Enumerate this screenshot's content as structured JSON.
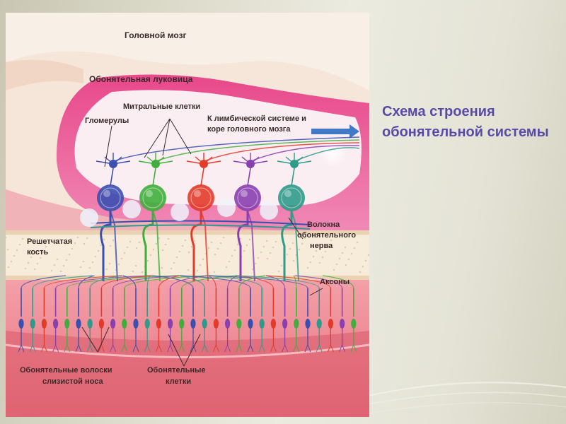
{
  "slide": {
    "title": "Схема строения обонятельной системы",
    "accent_color": "#5a4aa8"
  },
  "diagram": {
    "labels": {
      "brain": "Головной мозг",
      "bulb": "Обонятельная луковица",
      "mitral": "Митральные клетки",
      "glomeruli": "Гломерулы",
      "limbic_line1": "К лимбической системе и",
      "limbic_line2": "коре головного мозга",
      "ethmoid_line1": "Решетчатая",
      "ethmoid_line2": "кость",
      "fibers_line1": "Волокна",
      "fibers_line2": "обонятельного",
      "fibers_line3": "нерва",
      "axons": "Аксоны",
      "hairs_line1": "Обонятельные волоски",
      "hairs_line2": "слизистой носа",
      "cells_line1": "Обонятельные",
      "cells_line2": "клетки"
    },
    "glomerulus_colors": [
      "#3a4fb0",
      "#3fae3c",
      "#e23b2a",
      "#8a3fb0",
      "#2f9a8a"
    ],
    "receptor_colors": [
      "#3a4fb0",
      "#2f9a8a",
      "#e23b2a",
      "#8a3fb0",
      "#3fae3c"
    ]
  }
}
